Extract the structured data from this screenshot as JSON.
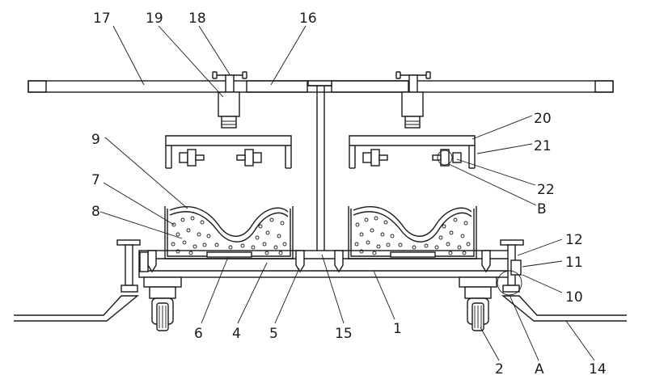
{
  "labels": {
    "l17": "17",
    "l19": "19",
    "l18": "18",
    "l16": "16",
    "l9": "9",
    "l7": "7",
    "l8": "8",
    "l20": "20",
    "l21": "21",
    "l22": "22",
    "lB": "B",
    "l12": "12",
    "l11": "11",
    "l10": "10",
    "l6": "6",
    "l4": "4",
    "l5": "5",
    "l15": "15",
    "l1": "1",
    "l2": "2",
    "lA": "A",
    "l14": "14"
  },
  "colors": {
    "line": "#1a1a1a",
    "background": "#ffffff"
  }
}
